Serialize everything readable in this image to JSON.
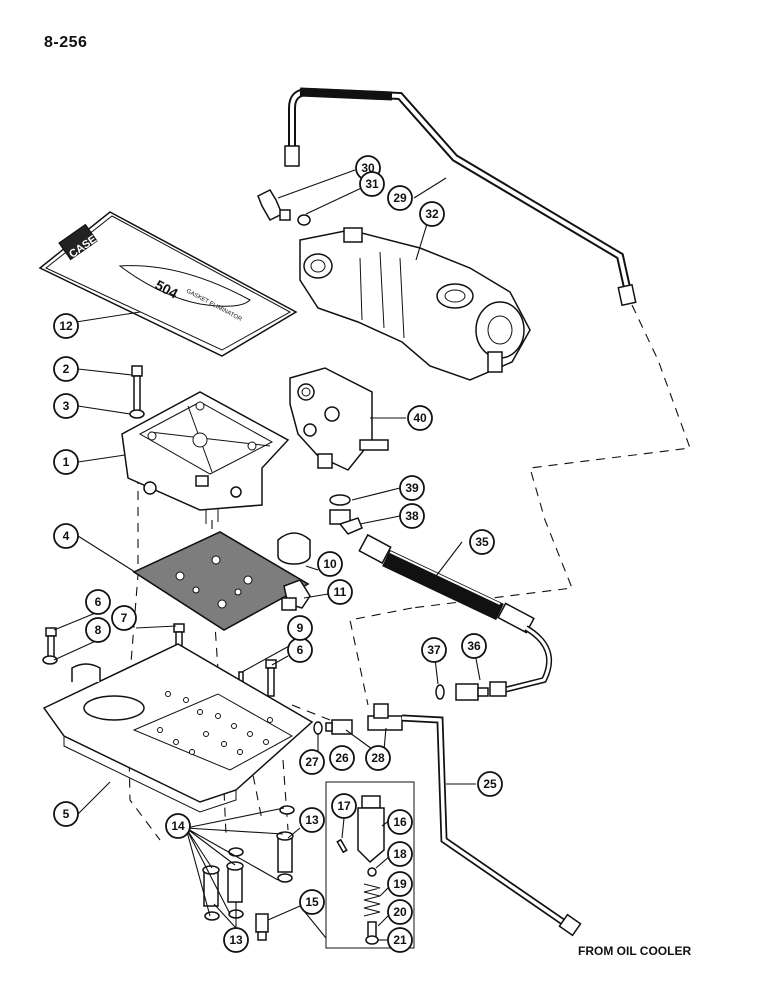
{
  "page_number": "8-256",
  "note_from_oil_cooler": "FROM OIL COOLER",
  "gasket_package_brand": "CASE",
  "gasket_package_product": "504",
  "gasket_package_text": "GASKET ELIMINATOR",
  "callouts": [
    "1",
    "2",
    "3",
    "4",
    "5",
    "6",
    "6",
    "7",
    "8",
    "9",
    "10",
    "11",
    "12",
    "13",
    "13",
    "14",
    "15",
    "16",
    "17",
    "18",
    "19",
    "20",
    "21",
    "25",
    "26",
    "27",
    "28",
    "29",
    "30",
    "31",
    "32",
    "35",
    "36",
    "37",
    "38",
    "39",
    "40"
  ]
}
